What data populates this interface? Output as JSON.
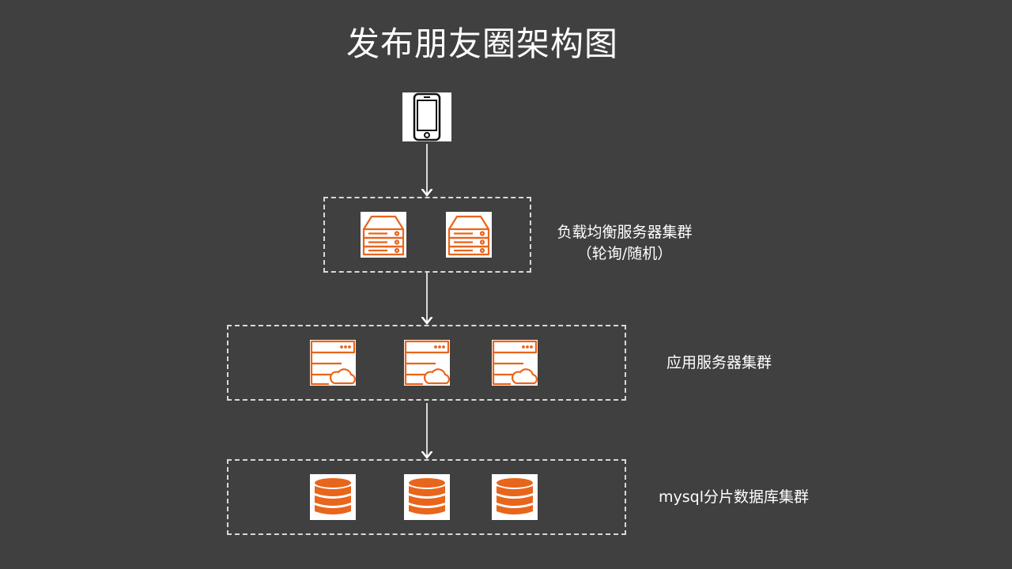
{
  "title": "发布朋友圈架构图",
  "client": {
    "icon": "smartphone-icon"
  },
  "clusters": [
    {
      "id": "load-balancer",
      "label_lines": [
        "负载均衡服务器集群",
        "（轮询/随机）"
      ],
      "icon": "server-rack-icon",
      "count": 2
    },
    {
      "id": "app-server",
      "label_lines": [
        "应用服务器集群"
      ],
      "icon": "cloud-server-icon",
      "count": 3
    },
    {
      "id": "mysql-shard",
      "label_lines": [
        "mysql分片数据库集群"
      ],
      "icon": "database-icon",
      "count": 3
    }
  ],
  "colors": {
    "background": "#404040",
    "icon_accent": "#e8651c",
    "text": "#ffffff",
    "border": "#d8d8d8"
  }
}
